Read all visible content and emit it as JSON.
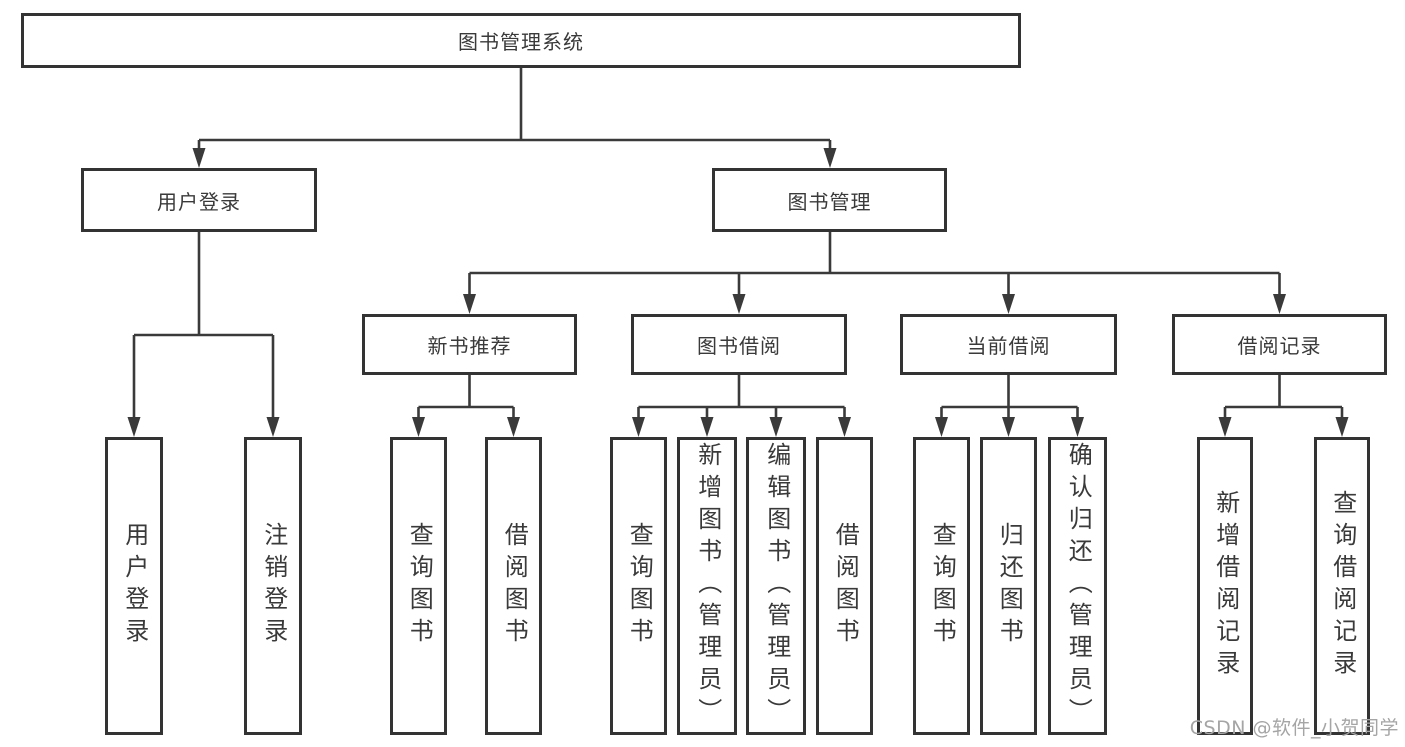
{
  "diagram_type": "functional-structure-chart",
  "colors": {
    "background": "#ffffff",
    "box_border": "#333333",
    "connector_line": "#3a3a3a",
    "text": "#3a3a3a",
    "watermark_text": "#a5a5a5"
  },
  "watermark": "CSDN @软件_小贺同学",
  "tree": {
    "root": {
      "label": "图书管理系统",
      "children": [
        {
          "label": "用户登录",
          "children": [
            {
              "label": "用户登录"
            },
            {
              "label": "注销登录"
            }
          ]
        },
        {
          "label": "图书管理",
          "children": [
            {
              "label": "新书推荐",
              "children": [
                {
                  "label": "查询图书"
                },
                {
                  "label": "借阅图书"
                }
              ]
            },
            {
              "label": "图书借阅",
              "children": [
                {
                  "label": "查询图书"
                },
                {
                  "label": "新增图书（管理员）"
                },
                {
                  "label": "编辑图书（管理员）"
                },
                {
                  "label": "借阅图书"
                }
              ]
            },
            {
              "label": "当前借阅",
              "children": [
                {
                  "label": "查询图书"
                },
                {
                  "label": "归还图书"
                },
                {
                  "label": "确认归还（管理员）"
                }
              ]
            },
            {
              "label": "借阅记录",
              "children": [
                {
                  "label": "新增借阅记录"
                },
                {
                  "label": "查询借阅记录"
                }
              ]
            }
          ]
        }
      ]
    }
  }
}
